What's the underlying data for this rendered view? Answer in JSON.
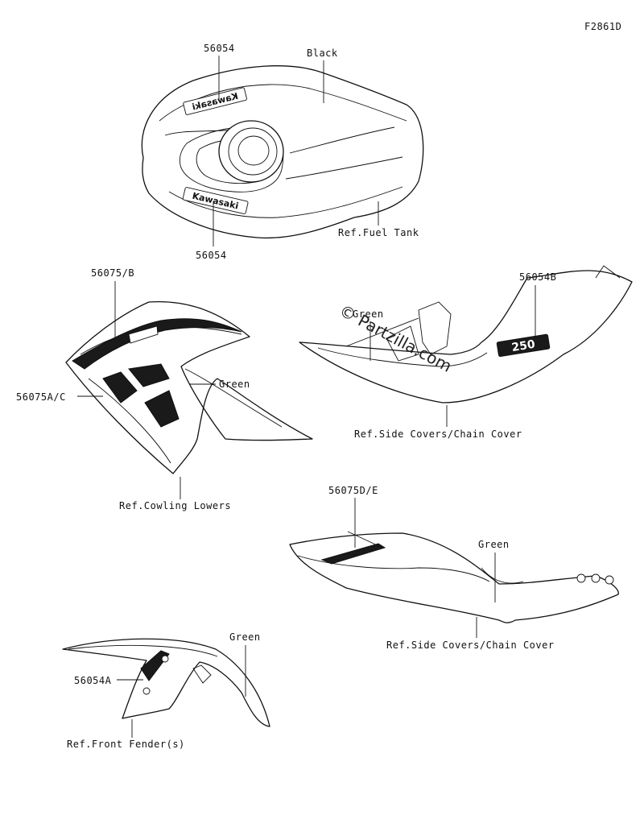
{
  "figure_code": "F2861D",
  "watermark": "© Partzilla.com",
  "groups": {
    "fuel_tank": {
      "part_top": "56054",
      "part_bottom": "56054",
      "color": "Black",
      "ref": "Ref.Fuel Tank",
      "logo_text": "Kawasaki"
    },
    "cowling": {
      "part_a": "56075/B",
      "part_b": "56075A/C",
      "color": "Green",
      "ref": "Ref.Cowling Lowers"
    },
    "side_cover_right": {
      "part": "56054B",
      "color": "Green",
      "ref": "Ref.Side Covers/Chain Cover",
      "badge": "250"
    },
    "side_cover_left": {
      "part": "56075D/E",
      "color": "Green",
      "ref": "Ref.Side Covers/Chain Cover"
    },
    "front_fender": {
      "part": "56054A",
      "color": "Green",
      "ref": "Ref.Front Fender(s)"
    }
  }
}
